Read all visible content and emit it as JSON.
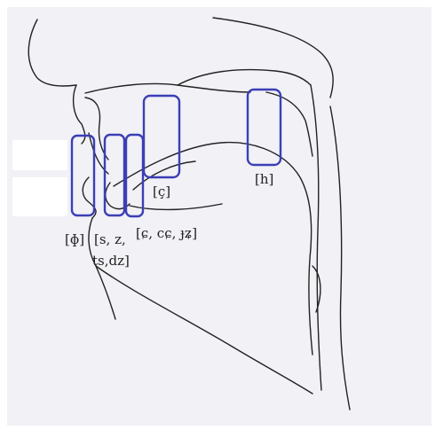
{
  "diagram": {
    "line_color": "#222222",
    "box_color": "#3b3fb5",
    "labels": {
      "bilabial": "[ɸ]",
      "alveolar_line1": "[s, z,",
      "alveolar_line2": "ts,dz]",
      "alveolopalatal": "[ɕ, cɕ, ɟʑ]",
      "palatal": "[ç]",
      "glottal": "[h]"
    }
  }
}
